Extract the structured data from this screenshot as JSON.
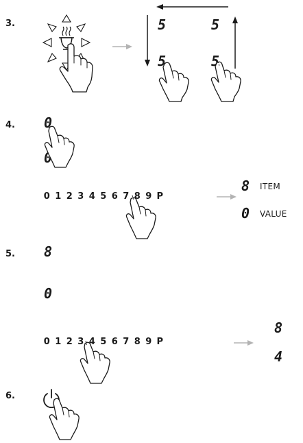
{
  "steps": {
    "s3": {
      "number": "3.",
      "grid_display": {
        "top_left": "5",
        "top_right": "5",
        "bottom_left": "5",
        "bottom_right": "5"
      }
    },
    "s4": {
      "number": "4.",
      "display_top": "0",
      "display_bottom": "0",
      "sequence": [
        "0",
        "1",
        "2",
        "3",
        "4",
        "5",
        "6",
        "7",
        "8",
        "9",
        "P"
      ],
      "item_value": "8",
      "item_label": "ITEM",
      "value_value": "0",
      "value_label": "VALUE"
    },
    "s5": {
      "number": "5.",
      "display_top": "8",
      "display_bottom": "0",
      "sequence": [
        "0",
        "1",
        "2",
        "3",
        "4",
        "5",
        "6",
        "7",
        "8",
        "9",
        "P"
      ],
      "result_top": "8",
      "result_bottom": "4"
    },
    "s6": {
      "number": "6."
    }
  },
  "colors": {
    "ink": "#1a1a1a",
    "arrow_gray": "#b3b3b3"
  },
  "icons": {
    "s3_control": "heating-zone-icon",
    "s6_control": "power-icon",
    "hand": "pointing-hand-icon"
  }
}
